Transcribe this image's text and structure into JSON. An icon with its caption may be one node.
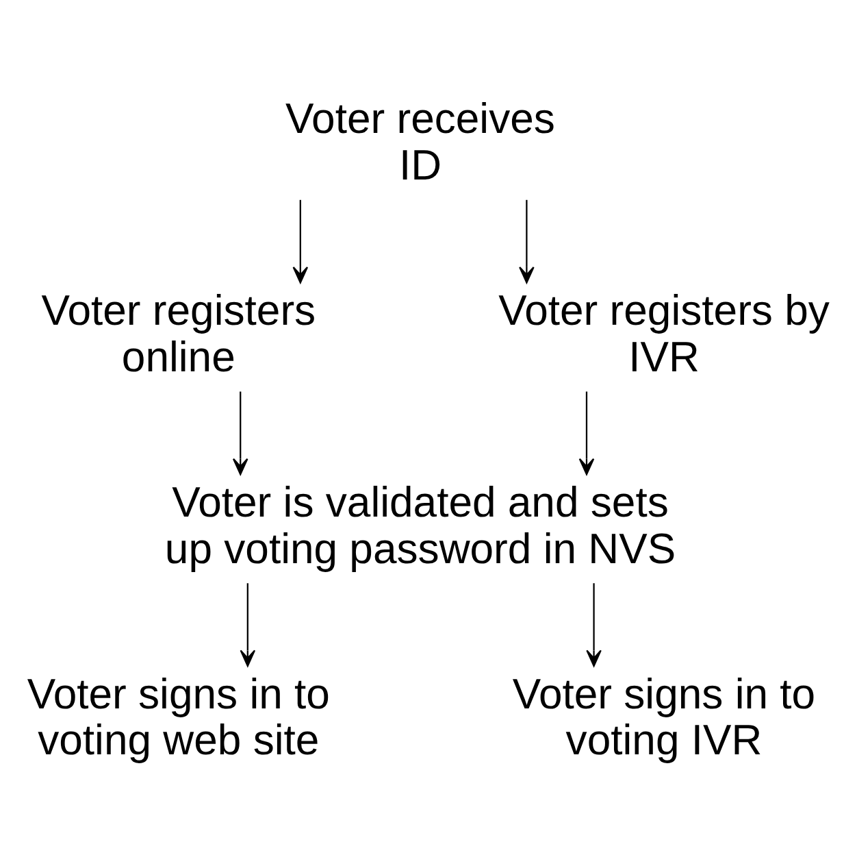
{
  "diagram": {
    "nodes": [
      {
        "text": [
          "Voter receives ID"
        ]
      },
      {
        "text": [
          "Voter registers online"
        ]
      },
      {
        "text": [
          "Voter registers by IVR"
        ]
      },
      {
        "text": [
          "Voter is validated and sets up voting password in NVS"
        ]
      },
      {
        "text": [
          "Voter signs in to voting web site"
        ]
      },
      {
        "text": [
          "Voter signs in to voting IVR"
        ]
      }
    ],
    "edges": [
      {
        "from": 0,
        "to": 1,
        "arrow": "to"
      },
      {
        "from": 0,
        "to": 2,
        "arrow": "to"
      },
      {
        "from": 1,
        "to": 3,
        "arrow": "to"
      },
      {
        "from": 2,
        "to": 3,
        "arrow": "to"
      },
      {
        "from": 3,
        "to": 4,
        "arrow": "to"
      },
      {
        "from": 3,
        "to": 5,
        "arrow": "to"
      }
    ]
  }
}
